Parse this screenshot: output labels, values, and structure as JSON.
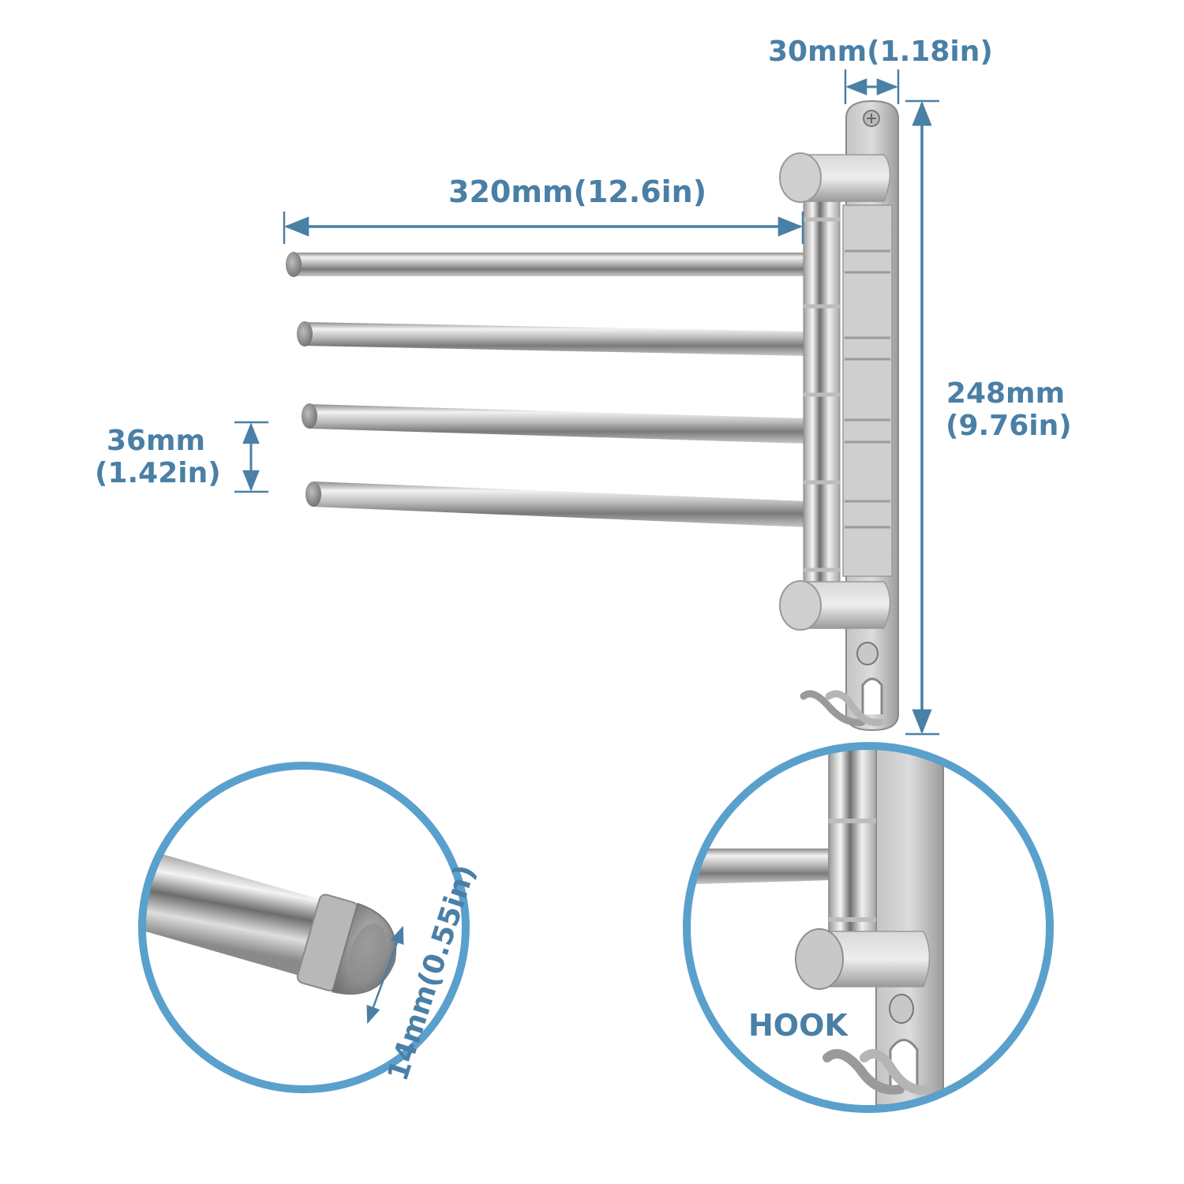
{
  "colors": {
    "dimension_blue": "#4a7fa6",
    "circle_blue": "#5aa0cc",
    "steel_light": "#e6e6e6",
    "steel_mid": "#b9b9b9",
    "steel_dark": "#7e7e7e"
  },
  "product": {
    "name": "Swivel towel bar with 4 arms and hook",
    "arm_count": 4
  },
  "dimensions": {
    "mount_width": {
      "label": "30mm(1.18in)",
      "mm": 30,
      "in": 1.18
    },
    "arm_length": {
      "label": "320mm(12.6in)",
      "mm": 320,
      "in": 12.6
    },
    "arm_spacing": {
      "line1": "36mm",
      "line2": "(1.42in)",
      "mm": 36,
      "in": 1.42
    },
    "total_height": {
      "line1": "248mm",
      "line2": "(9.76in)",
      "mm": 248,
      "in": 9.76
    },
    "tube_diameter": {
      "label": "14mm(0.55in)",
      "mm": 14,
      "in": 0.55
    }
  },
  "detail_views": [
    {
      "id": "end-cap",
      "caption": "14mm(0.55in)"
    },
    {
      "id": "hook",
      "caption": "HOOK"
    }
  ]
}
